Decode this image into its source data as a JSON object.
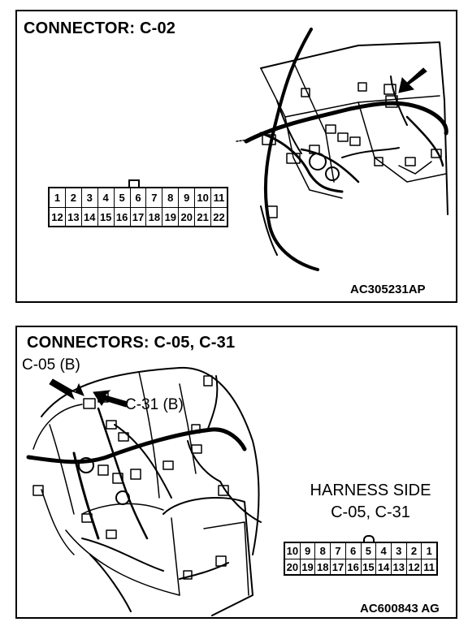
{
  "panel1": {
    "title": "CONNECTOR: C-02",
    "code": "AC305231AP",
    "connector": {
      "row_top": [
        "1",
        "2",
        "3",
        "4",
        "5",
        "6",
        "7",
        "8",
        "9",
        "10",
        "11"
      ],
      "row_bottom": [
        "12",
        "13",
        "14",
        "15",
        "16",
        "17",
        "18",
        "19",
        "20",
        "21",
        "22"
      ]
    }
  },
  "panel2": {
    "title": "CONNECTORS: C-05, C-31",
    "label_c05": "C-05 (B)",
    "label_c31": "C-31 (B)",
    "harness_line1": "HARNESS SIDE",
    "harness_line2": "C-05, C-31",
    "code": "AC600843 AG",
    "connector": {
      "row_top": [
        "10",
        "9",
        "8",
        "7",
        "6",
        "5",
        "4",
        "3",
        "2",
        "1"
      ],
      "row_bottom": [
        "20",
        "19",
        "18",
        "17",
        "16",
        "15",
        "14",
        "13",
        "12",
        "11"
      ]
    }
  }
}
